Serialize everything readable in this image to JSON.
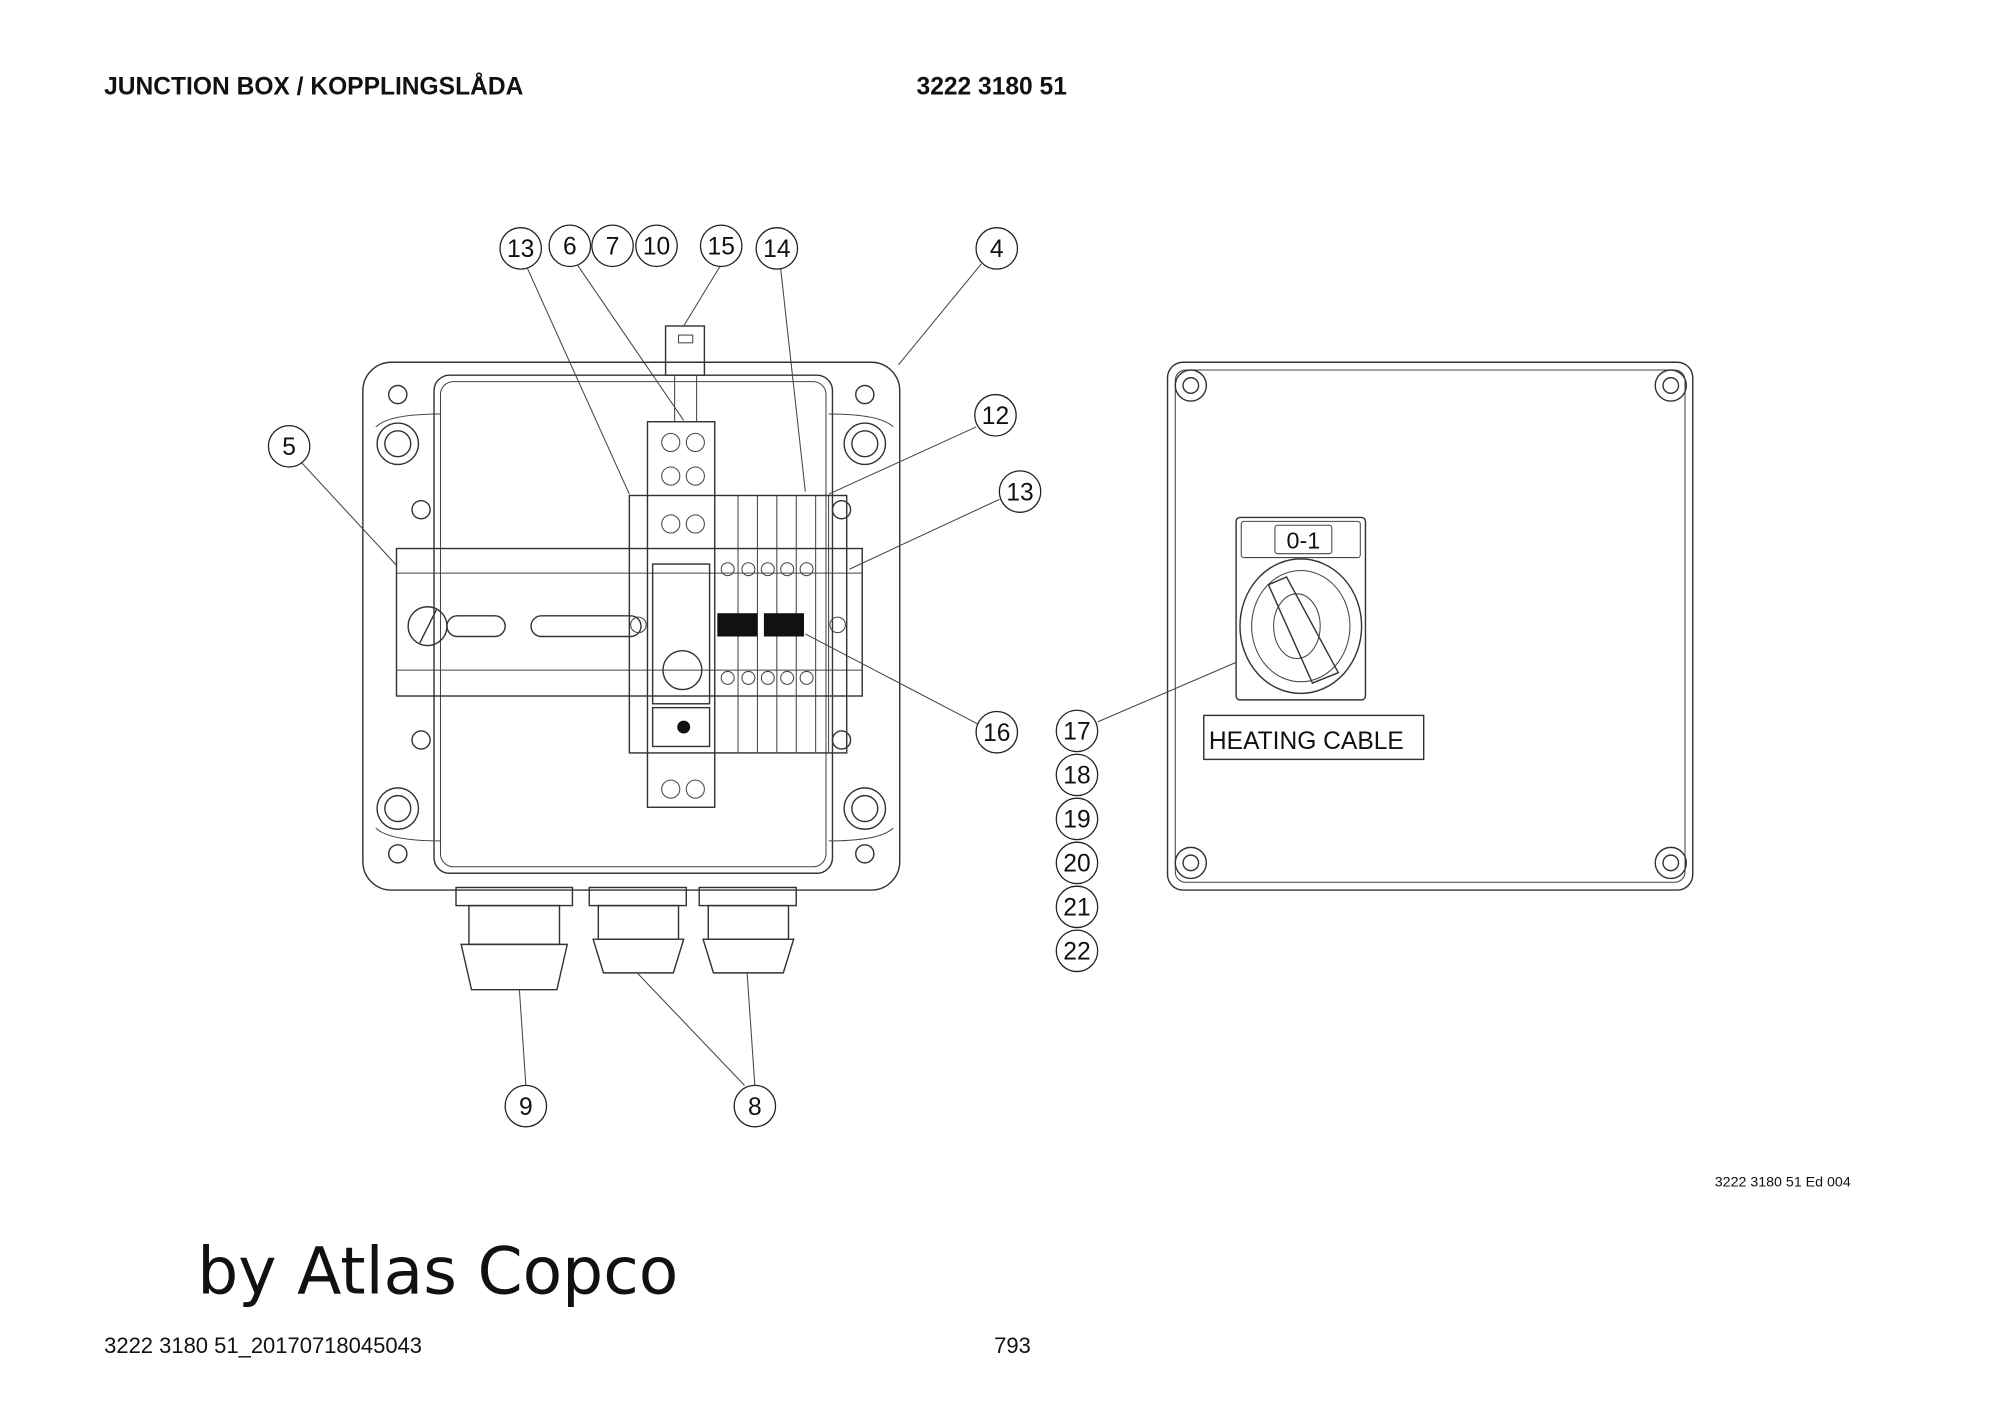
{
  "header": {
    "title": "JUNCTION BOX / KOPPLINGSLÅDA",
    "part_number": "3222 3180 51"
  },
  "drawing": {
    "switch_label": "0-1",
    "cable_label": "HEATING CABLE",
    "edition": "3222 3180 51 Ed 004",
    "balloons": [
      {
        "id": "13"
      },
      {
        "id": "6"
      },
      {
        "id": "7"
      },
      {
        "id": "10"
      },
      {
        "id": "15"
      },
      {
        "id": "14"
      },
      {
        "id": "4"
      },
      {
        "id": "12"
      },
      {
        "id": "5"
      },
      {
        "id": "13"
      },
      {
        "id": "16"
      },
      {
        "id": "17"
      },
      {
        "id": "18"
      },
      {
        "id": "19"
      },
      {
        "id": "20"
      },
      {
        "id": "21"
      },
      {
        "id": "22"
      },
      {
        "id": "9"
      },
      {
        "id": "8"
      }
    ]
  },
  "watermark": "by Atlas Copco",
  "footer": {
    "doc_id": "3222 3180 51_20170718045043",
    "page": "793"
  }
}
